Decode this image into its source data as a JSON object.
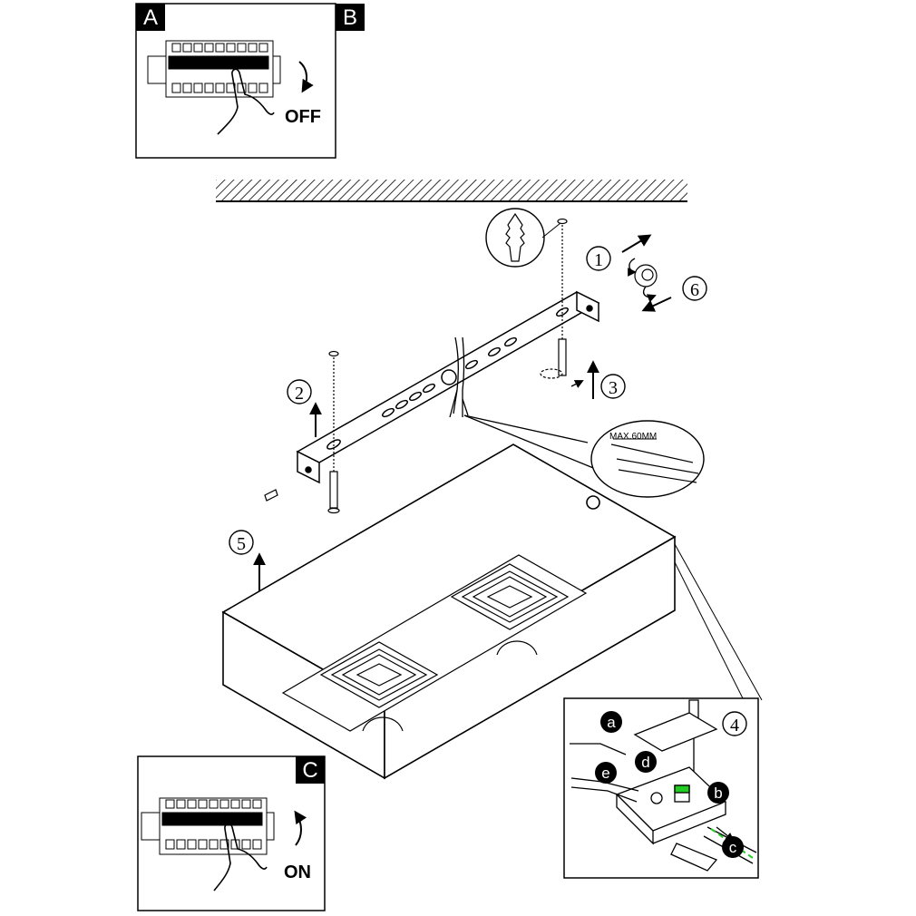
{
  "panels": {
    "top_left_label": "A",
    "top_right_label": "B",
    "top_action": "OFF",
    "bottom_label": "C",
    "bottom_action": "ON"
  },
  "steps": [
    "1",
    "2",
    "3",
    "4",
    "5",
    "6"
  ],
  "cable_callout": "MAX.60MM",
  "terminal_labels": [
    "a",
    "b",
    "c",
    "d",
    "e"
  ],
  "colors": {
    "line": "#000000",
    "background": "#ffffff",
    "wire_highlight": "#22cc22"
  }
}
